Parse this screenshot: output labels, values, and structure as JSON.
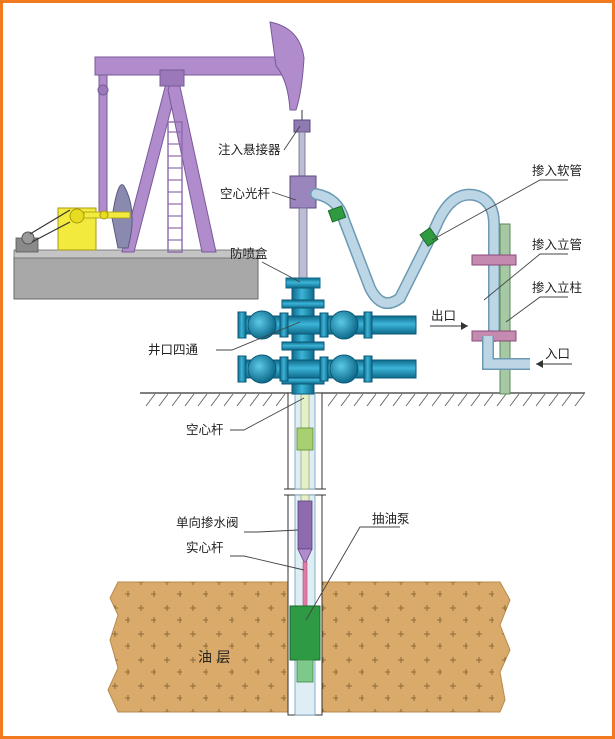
{
  "frame_color": "#f27a1e",
  "colors": {
    "pumpjack": "#b08ccc",
    "pumpjack_dark": "#8e6aae",
    "motor": "#f2ea3c",
    "base": "#a8a8a8",
    "wellhead": "#1c8fb4",
    "wellhead_dark": "#0e6a8a",
    "hose": "#bcd6e6",
    "hose_stroke": "#6c9ab2",
    "coupling": "#2f9a40",
    "flange": "#c58ab0",
    "column": "#a6c8a4",
    "soil": "#d9aa6a",
    "rod": "#9a86bc",
    "pump": "#2e9a44"
  },
  "labels": {
    "injection_hanger": "注入悬接器",
    "hollow_polished_rod": "空心光杆",
    "injection_hose": "掺入软管",
    "injection_standpipe": "掺入立管",
    "injection_column": "掺入立柱",
    "stuffing_box": "防喷盒",
    "outlet": "出口",
    "wellhead_cross": "井口四通",
    "inlet": "入口",
    "hollow_rod": "空心杆",
    "check_valve": "单向掺水阀",
    "solid_rod": "实心杆",
    "oil_pump": "抽油泵",
    "oil_layer": "油 层"
  }
}
